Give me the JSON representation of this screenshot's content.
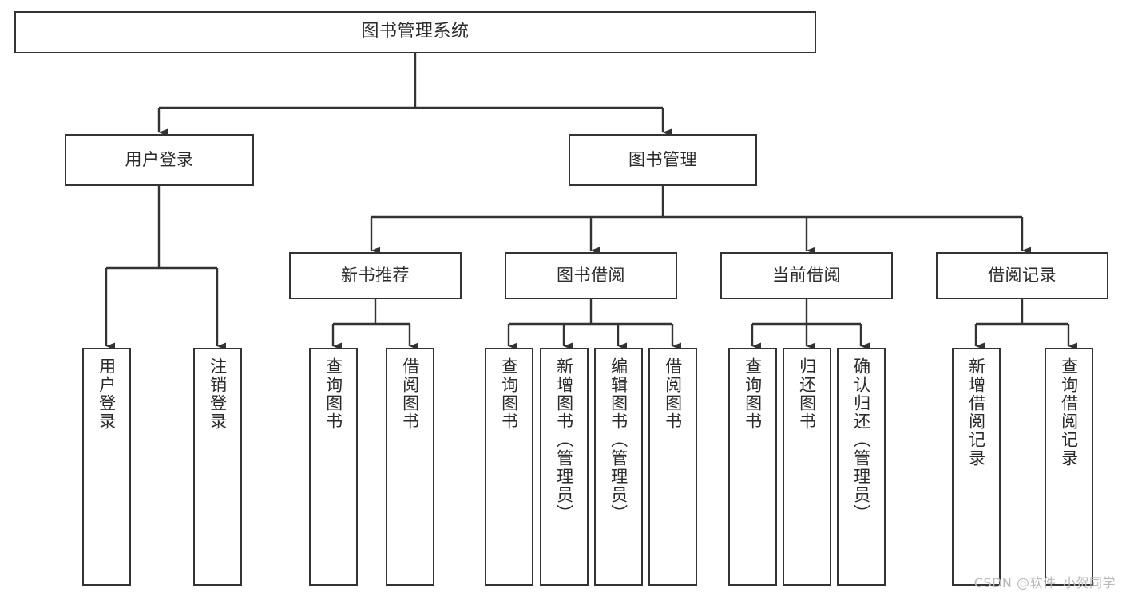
{
  "diagram": {
    "type": "tree-hierarchy",
    "title": "图书管理系统",
    "orientation": "top-down",
    "colors": {
      "node_border": "#333333",
      "node_fill": "#ffffff",
      "edge": "#333333",
      "text": "#2b2b2b",
      "watermark": "#b9b9b9",
      "background": "#ffffff"
    },
    "root": {
      "label": "图书管理系统"
    },
    "level2": [
      {
        "label": "用户登录"
      },
      {
        "label": "图书管理"
      }
    ],
    "level3": [
      {
        "label": "新书推荐"
      },
      {
        "label": "图书借阅"
      },
      {
        "label": "当前借阅"
      },
      {
        "label": "借阅记录"
      }
    ],
    "leaves": {
      "user_login": [
        {
          "label": "用户登录"
        },
        {
          "label": "注销登录"
        }
      ],
      "new_book_recommend": [
        {
          "label": "查询图书"
        },
        {
          "label": "借阅图书"
        }
      ],
      "book_borrow": [
        {
          "label": "查询图书"
        },
        {
          "label": "新增图书（管理员）"
        },
        {
          "label": "编辑图书（管理员）"
        },
        {
          "label": "借阅图书"
        }
      ],
      "current_borrow": [
        {
          "label": "查询图书"
        },
        {
          "label": "归还图书"
        },
        {
          "label": "确认归还（管理员）"
        }
      ],
      "borrow_record": [
        {
          "label": "新增借阅记录"
        },
        {
          "label": "查询借阅记录"
        }
      ]
    }
  },
  "watermark": {
    "text": "CSDN @软件_小贺同学"
  }
}
